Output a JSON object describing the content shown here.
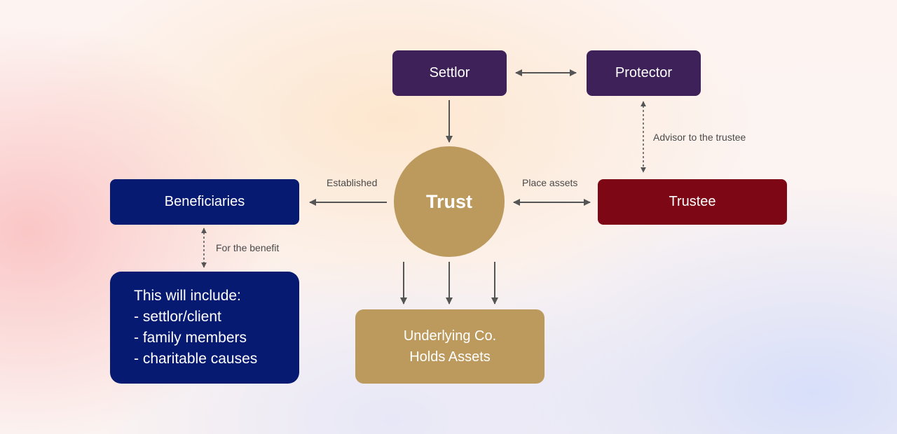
{
  "nodes": {
    "settlor": "Settlor",
    "protector": "Protector",
    "trust": "Trust",
    "beneficiaries": "Beneficiaries",
    "trustee": "Trustee",
    "include_title": "This will include:",
    "include_items": [
      "- settlor/client",
      "- family members",
      "- charitable causes"
    ],
    "underlying_line1": "Underlying Co.",
    "underlying_line2": "Holds Assets"
  },
  "edges": {
    "established": "Established",
    "place_assets": "Place assets",
    "advisor": "Advisor to the trustee",
    "for_benefit": "For the benefit"
  },
  "colors": {
    "purple": "#3e2158",
    "navy": "#061a72",
    "red": "#7d0714",
    "gold": "#bc9a5e",
    "arrow": "#555555"
  }
}
